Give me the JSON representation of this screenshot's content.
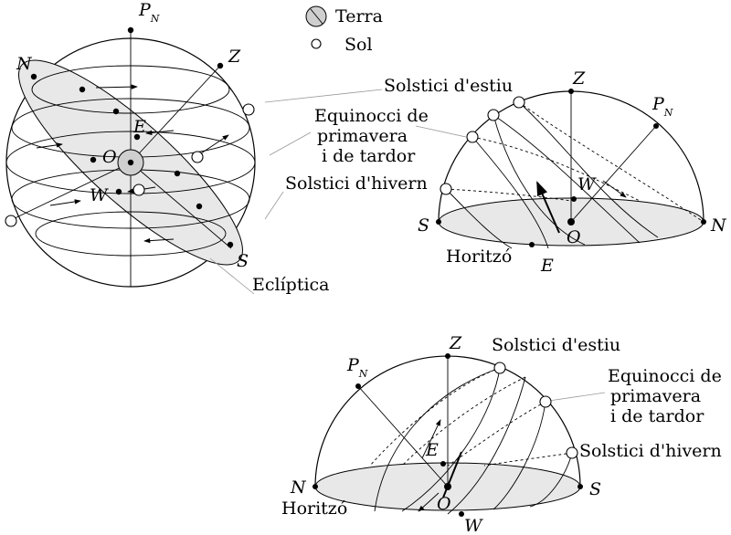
{
  "legend": {
    "earth": "Terra",
    "sun": "Sol"
  },
  "sphere": {
    "pole": "P",
    "pole_sub": "N",
    "north": "N",
    "zenith": "Z",
    "south": "S",
    "east": "E",
    "west": "W",
    "origin": "O"
  },
  "labels": {
    "summer": "Solstici d'estiu",
    "equinox_1": "Equinocci de",
    "equinox_2": "primavera",
    "equinox_3": "i de tardor",
    "winter": "Solstici d'hivern",
    "ecliptic": "Eclíptica",
    "horizon": "Horitzó"
  },
  "dome_right": {
    "zenith": "Z",
    "pole": "P",
    "pole_sub": "N",
    "south": "S",
    "north": "N",
    "origin": "O",
    "east": "E",
    "west": "W",
    "horizon": "Horitzó"
  },
  "dome_bottom": {
    "zenith": "Z",
    "pole": "P",
    "pole_sub": "N",
    "north": "N",
    "south": "S",
    "origin": "O",
    "east": "E",
    "west": "W",
    "summer": "Solstici d'estiu",
    "equinox_1": "Equinocci de",
    "equinox_2": "primavera",
    "equinox_3": "i de tardor",
    "winter": "Solstici d'hivern",
    "horizon": "Horitzó"
  }
}
